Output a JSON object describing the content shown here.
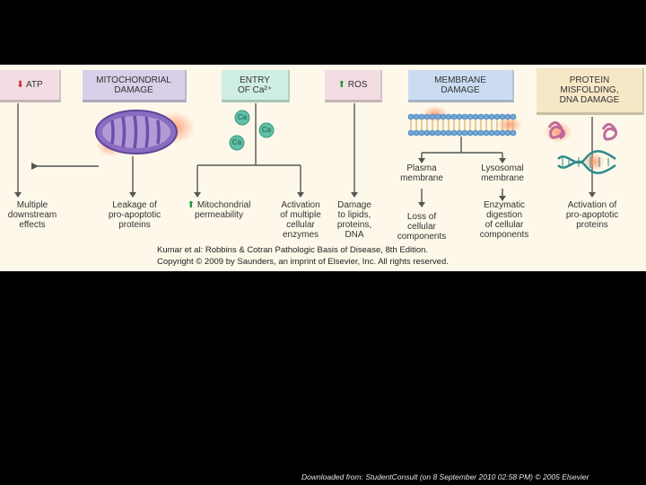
{
  "headers": {
    "atp": {
      "arrow": "⬇",
      "text": "ATP"
    },
    "mito": {
      "line1": "MITOCHONDRIAL",
      "line2": "DAMAGE"
    },
    "calcium": {
      "line1": "ENTRY",
      "line2": "OF Ca²⁺"
    },
    "ros": {
      "arrow": "⬆",
      "text": "ROS"
    },
    "membrane": {
      "line1": "MEMBRANE",
      "line2": "DAMAGE"
    },
    "protein": {
      "line1": "PROTEIN",
      "line2": "MISFOLDING,",
      "line3": "DNA DAMAGE"
    }
  },
  "ions": [
    "Ca",
    "Ca",
    "Ca"
  ],
  "intermediates": {
    "plasma": [
      "Plasma",
      "membrane"
    ],
    "lysosomal": [
      "Lysosomal",
      "membrane"
    ]
  },
  "outcomes": {
    "multiple": [
      "Multiple",
      "downstream",
      "effects"
    ],
    "leakage": [
      "Leakage of",
      "pro-apoptotic",
      "proteins"
    ],
    "mito_perm": {
      "arrow": "⬆",
      "lines": [
        "Mitochondrial",
        "permeability"
      ]
    },
    "activation_enzymes": [
      "Activation",
      "of multiple",
      "cellular",
      "enzymes"
    ],
    "damage_lipids": [
      "Damage",
      "to lipids,",
      "proteins,",
      "DNA"
    ],
    "loss": [
      "Loss of",
      "cellular",
      "components"
    ],
    "enzymatic": [
      "Enzymatic",
      "digestion",
      "of cellular",
      "components"
    ],
    "activation_pro": [
      "Activation of",
      "pro-apoptotic",
      "proteins"
    ]
  },
  "credit": {
    "line1": "Kumar et al: Robbins & Cotran Pathologic Basis of Disease, 8th Edition.",
    "line2": "Copyright © 2009 by Saunders, an imprint of Elsevier, Inc. All rights reserved."
  },
  "footer": "Downloaded from: StudentConsult (on 8 September 2010 02:58 PM) © 2005 Elsevier",
  "colors": {
    "atp_box": "#f3dde3",
    "mito_box": "#d9cfe8",
    "calcium_box": "#cfeee2",
    "ros_box": "#f3dde3",
    "membrane_box": "#cbdcf2",
    "protein_box": "#f6e8c6",
    "line": "#555555",
    "mito_body": "#8a6cc0",
    "dna": "#2e8a8a"
  }
}
